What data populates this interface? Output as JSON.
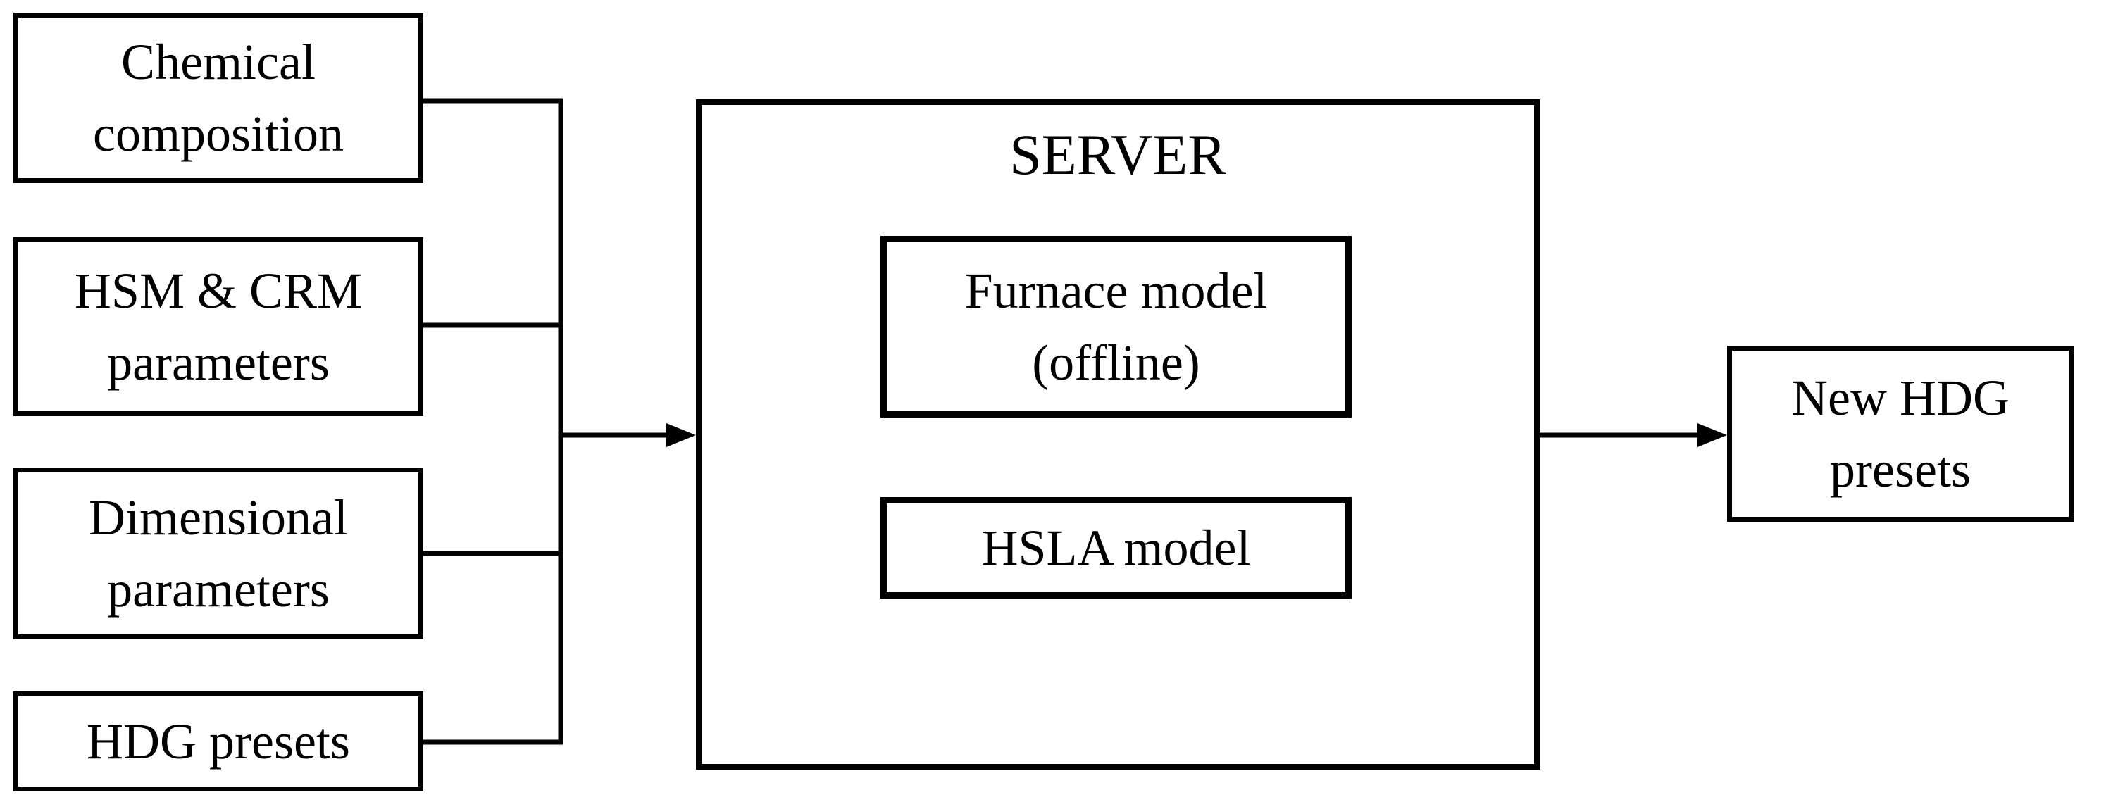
{
  "diagram": {
    "inputs": [
      {
        "id": "chemical-composition",
        "label": "Chemical\ncomposition"
      },
      {
        "id": "hsm-crm-parameters",
        "label": "HSM & CRM\nparameters"
      },
      {
        "id": "dimensional-parameters",
        "label": "Dimensional\nparameters"
      },
      {
        "id": "hdg-presets",
        "label": "HDG presets"
      }
    ],
    "server": {
      "title": "SERVER",
      "nodes": [
        {
          "id": "furnace-model",
          "label": "Furnace model\n(offline)"
        },
        {
          "id": "hsla-model",
          "label": "HSLA model"
        }
      ]
    },
    "output": {
      "id": "new-hdg-presets",
      "label": "New HDG\npresets"
    },
    "colors": {
      "line": "#000000",
      "border": "#000000",
      "text": "#000000",
      "background": "#ffffff"
    }
  }
}
